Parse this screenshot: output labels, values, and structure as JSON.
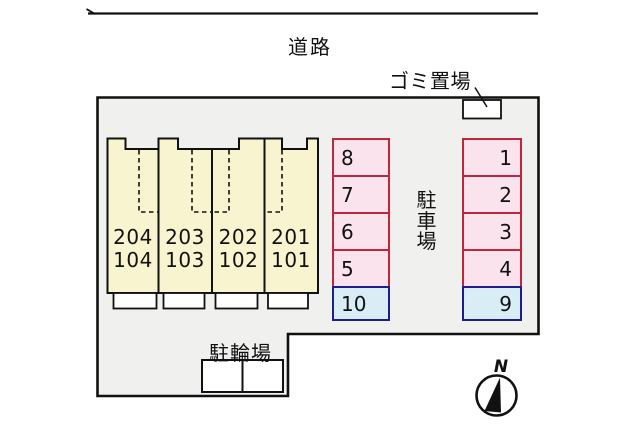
{
  "road": {
    "label": "道路"
  },
  "garbage": {
    "label": "ゴミ置場"
  },
  "parking": {
    "label": "駐車場",
    "chars": [
      "駐",
      "車",
      "場"
    ],
    "left_column": [
      "8",
      "7",
      "6",
      "5",
      "10"
    ],
    "right_column": [
      "1",
      "2",
      "3",
      "4",
      "9"
    ]
  },
  "bicycle": {
    "label": "駐輪場"
  },
  "building": {
    "units": [
      {
        "upper": "204",
        "lower": "104"
      },
      {
        "upper": "203",
        "lower": "103"
      },
      {
        "upper": "202",
        "lower": "102"
      },
      {
        "upper": "201",
        "lower": "101"
      }
    ]
  },
  "compass": {
    "label": "N"
  },
  "colors": {
    "site_fill": "#f0f0ef",
    "building_fill": "#f8f4d0",
    "space_pink_fill": "#fbe3ee",
    "space_pink_border": "#c3253f",
    "space_blue_fill": "#d9edf7",
    "space_blue_border": "#1d1d8f",
    "line": "#111111"
  }
}
